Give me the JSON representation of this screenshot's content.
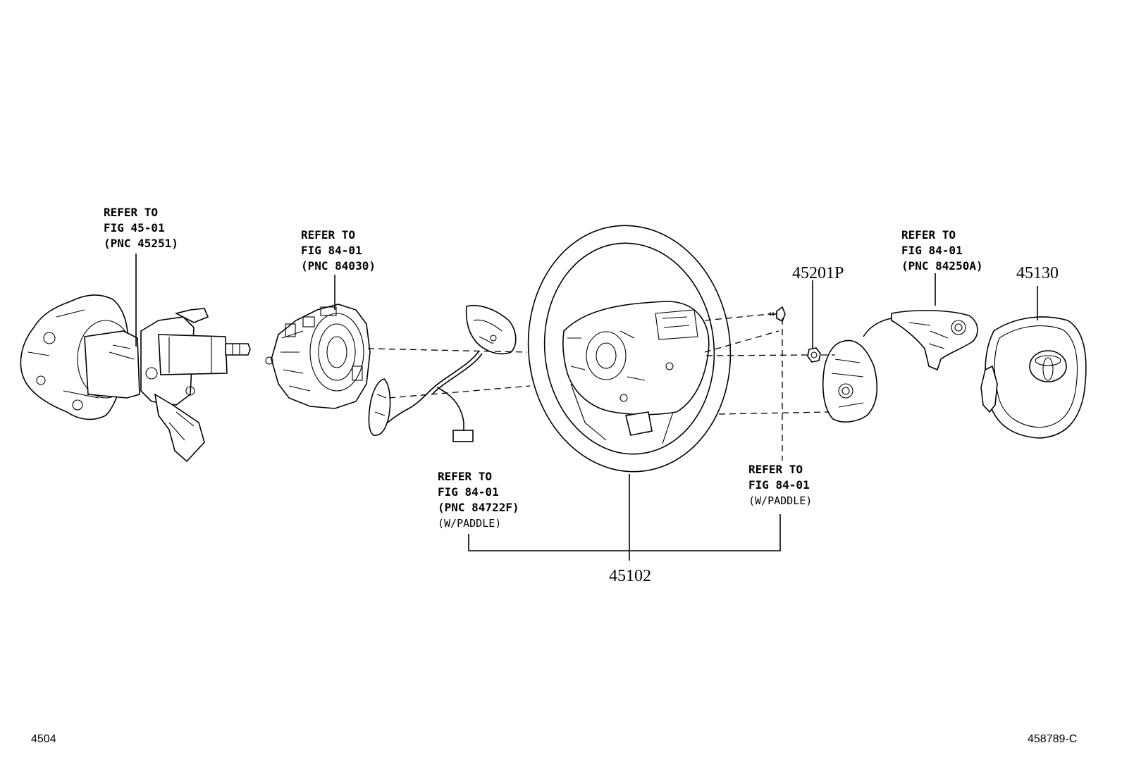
{
  "callouts": {
    "column": {
      "line1": "REFER TO",
      "line2": "FIG 45-01",
      "line3": "(PNC 45251)"
    },
    "spiral": {
      "line1": "REFER TO",
      "line2": "FIG 84-01",
      "line3": "(PNC 84030)"
    },
    "paddle_harness": {
      "line1": "REFER TO",
      "line2": "FIG 84-01",
      "line3": "(PNC 84722F)",
      "line4": "(W/PADDLE)"
    },
    "paddle_screw": {
      "line1": "REFER TO",
      "line2": "FIG 84-01",
      "line3": "(W/PADDLE)"
    },
    "switch": {
      "line1": "REFER TO",
      "line2": "FIG 84-01",
      "line3": "(PNC 84250A)"
    }
  },
  "part_numbers": {
    "wheel": "45102",
    "nut": "45201P",
    "airbag": "45130"
  },
  "footer": {
    "section_code": "4504",
    "illustration_id": "458789-C"
  },
  "colors": {
    "ink": "#000000",
    "paper": "#ffffff"
  },
  "icons": [
    "steering-column-icon",
    "spiral-cable-icon",
    "paddle-switch-icon",
    "steering-wheel-icon",
    "screw-icon",
    "nut-icon",
    "steering-pad-switch-icon",
    "airbag-icon",
    "toyota-emblem-icon"
  ]
}
